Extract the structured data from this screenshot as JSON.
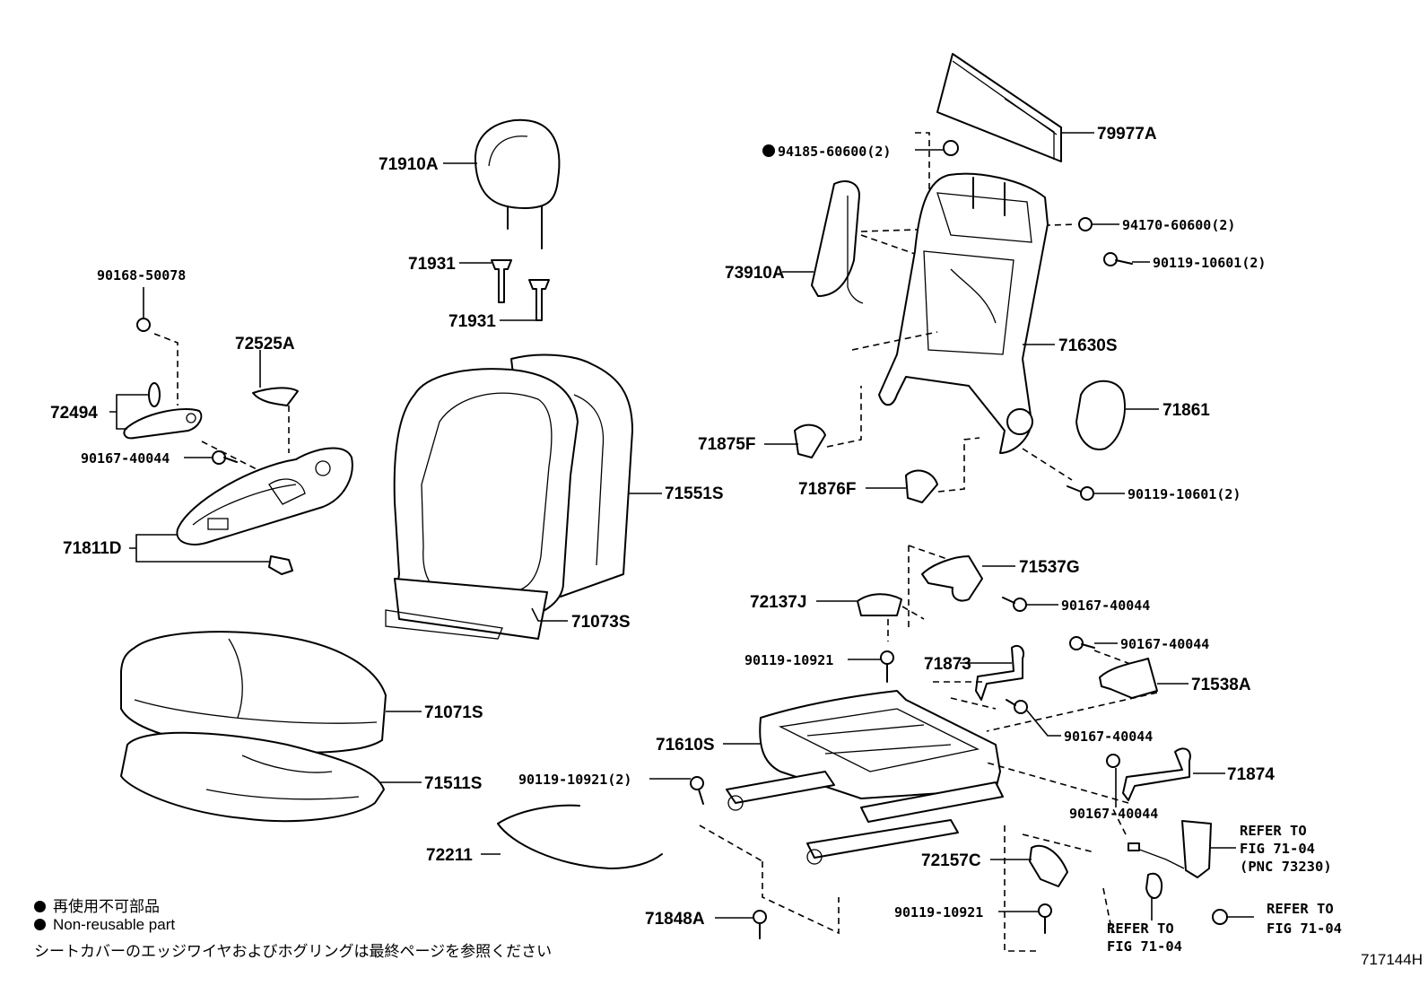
{
  "diagram_code": "717144H",
  "legend": {
    "jp_nonreusable": "再使用不可部品",
    "en_nonreusable": "Non-reusable part",
    "jp_note": "シートカバーのエッジワイヤおよびホグリングは最終ページを参照ください"
  },
  "parts": {
    "p71910A": "71910A",
    "p71931a": "71931",
    "p71931b": "71931",
    "p90168_50078": "90168-50078",
    "p72525A": "72525A",
    "p72494": "72494",
    "p90167_40044_left": "90167-40044",
    "p71811D": "71811D",
    "p71551S": "71551S",
    "p71073S": "71073S",
    "p71071S": "71071S",
    "p71511S": "71511S",
    "p72211": "72211",
    "p79977A": "79977A",
    "p94185_60600": "94185-60600(2)",
    "p94170_60600": "94170-60600(2)",
    "p90119_10601_top": "90119-10601(2)",
    "p73910A": "73910A",
    "p71630S": "71630S",
    "p71861": "71861",
    "p71875F": "71875F",
    "p71876F": "71876F",
    "p90119_10601_bot": "90119-10601(2)",
    "p71537G": "71537G",
    "p72137J": "72137J",
    "p90167_40044_a": "90167-40044",
    "p90167_40044_b": "90167-40044",
    "p90119_10921_a": "90119-10921",
    "p71873": "71873",
    "p71538A": "71538A",
    "p71610S": "71610S",
    "p90167_40044_c": "90167-40044",
    "p71874": "71874",
    "p90119_10921_2": "90119-10921(2)",
    "p90167_40044_d": "90167-40044",
    "p72157C": "72157C",
    "p71848A": "71848A",
    "p90119_10921_b": "90119-10921"
  },
  "refer": {
    "r1_line1": "REFER TO",
    "r1_line2": "FIG 71-04",
    "r1_line3": "(PNC 73230)",
    "r2_line1": "REFER TO",
    "r2_line2": "FIG 71-04",
    "r3_line1": "REFER TO",
    "r3_line2": "FIG 71-04"
  }
}
